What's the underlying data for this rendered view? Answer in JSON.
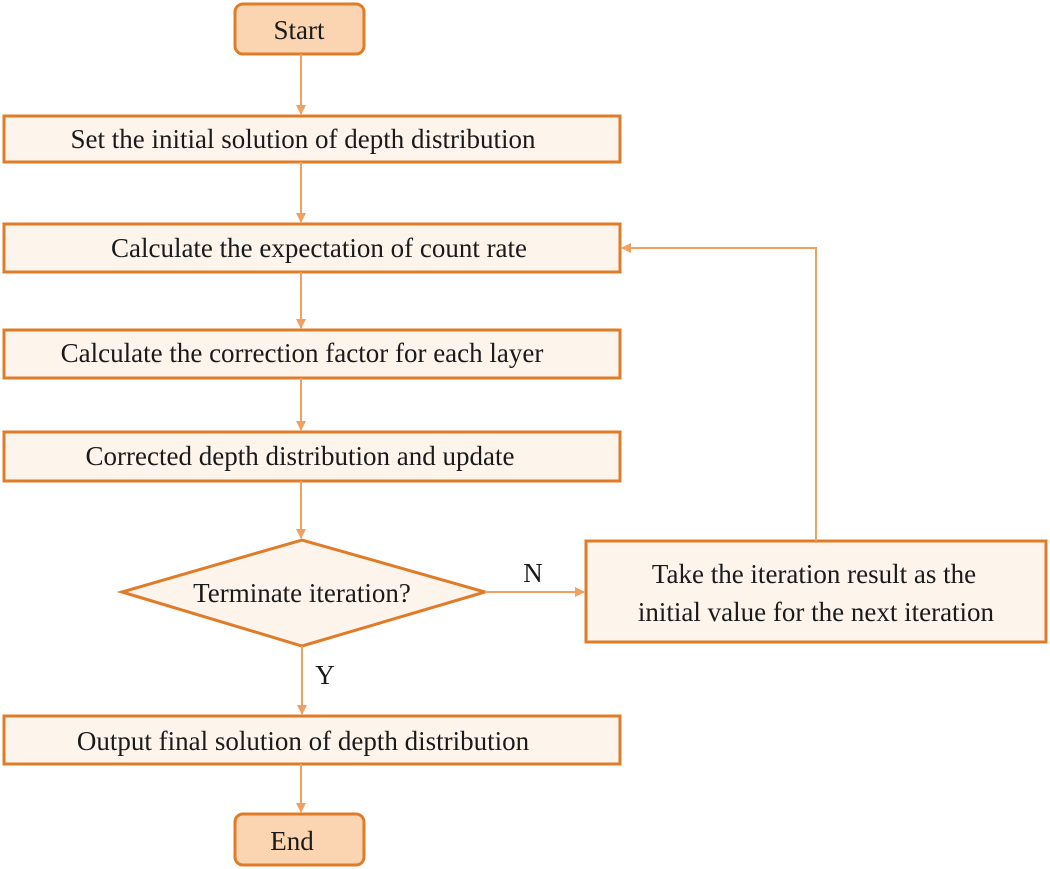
{
  "colors": {
    "stroke": "#e07b28",
    "arrow": "#f0a060",
    "box_fill": "#fdf4ec",
    "terminal_fill": "#fbd5b2"
  },
  "nodes": {
    "start": "Start",
    "set_initial": "Set the initial solution of depth distribution",
    "calc_expectation": "Calculate the expectation of count rate",
    "calc_correction": "Calculate the correction factor for each layer",
    "corrected_update": "Corrected depth distribution and update",
    "terminate": "Terminate iteration?",
    "take_result_line1": "Take the iteration result as the",
    "take_result_line2": "initial value for the next iteration",
    "output_final": "Output final solution of depth distribution",
    "end": "End"
  },
  "edge_labels": {
    "no": "N",
    "yes": "Y"
  }
}
